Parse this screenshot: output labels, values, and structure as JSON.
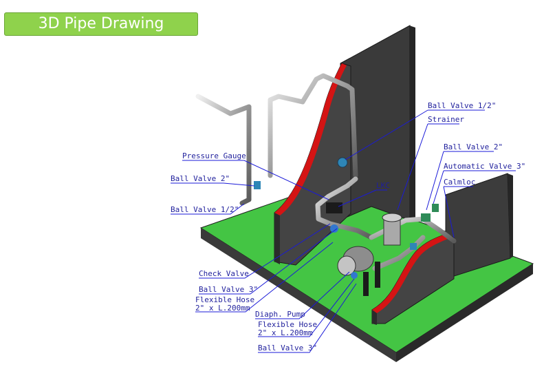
{
  "header": {
    "title": "3D Pipe Drawing"
  },
  "colors": {
    "accent": "#8fd24c",
    "floor": "#4fce4f",
    "wall": "#3c3c3c",
    "trim": "#d41414",
    "leader": "#1a1ad8"
  },
  "labels": {
    "pressure_gauge": "Pressure Gauge",
    "ball_valve_2_left": "Ball Valve 2\"",
    "ball_valve_half_left": "Ball Valve 1/2\"",
    "ball_valve_half_right": "Ball Valve 1/2\"",
    "strainer": "Strainer",
    "ball_valve_2_right": "Ball Valve 2\"",
    "automatic_valve": "Automatic Valve 3\"",
    "calmloc": "Calmloc",
    "lkc": "LKC",
    "check_valve": "Check Valve",
    "ball_valve_3_upper": "Ball Valve 3\"",
    "flexible_hose_upper_line1": "Flexible Hose",
    "flexible_hose_upper_line2": "2\" x L.200mm",
    "diaph_pump": "Diaph. Pump",
    "flexible_hose_lower_line1": "Flexible Hose",
    "flexible_hose_lower_line2": "2\" x L.200mm",
    "ball_valve_3_lower": "Ball Valve 3\""
  }
}
